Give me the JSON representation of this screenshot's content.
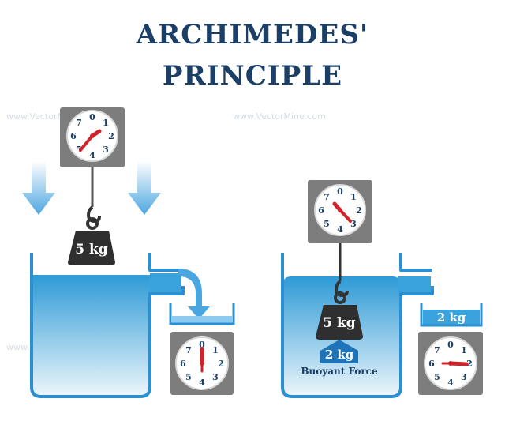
{
  "title": {
    "line1": "ARCHIMEDES'",
    "line2": "PRINCIPLE"
  },
  "watermark": "www.VectorMine.com",
  "dial_numbers": [
    "0",
    "1",
    "2",
    "3",
    "4",
    "5",
    "6",
    "7"
  ],
  "left_scene": {
    "weight_label": "5 kg"
  },
  "right_scene": {
    "weight_label": "5 kg",
    "buoyant_value": "2 kg",
    "buoyant_label": "Buoyant Force",
    "tray_label": "2 kg"
  },
  "colors": {
    "title": "#1b3f66",
    "water_top": "#2e9ad6",
    "water_bottom": "#e8f4fb",
    "container_outline": "#2b8fd0",
    "scale_frame": "#7d7d7d",
    "weight": "#2f2f2f",
    "needle": "#d0232a",
    "arrow": "#4da6e0"
  },
  "icons": [
    "down-arrow-icon",
    "hook-icon",
    "watermark-pin-icon"
  ]
}
